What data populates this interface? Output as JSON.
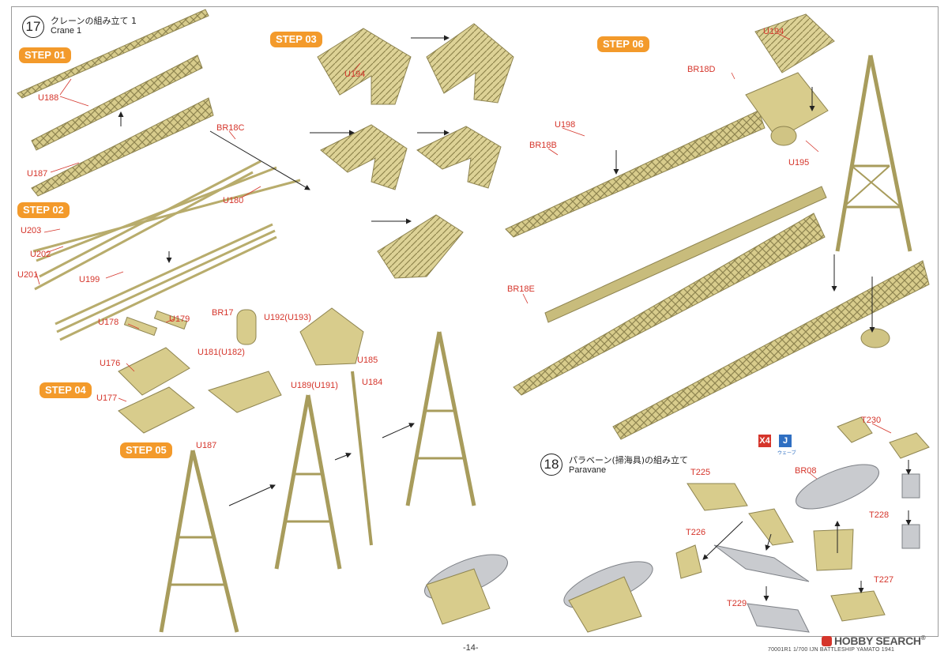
{
  "header": {
    "section17": {
      "number": "17",
      "title_jp": "クレーンの組み立て 1",
      "title_en": "Crane 1"
    },
    "section18": {
      "number": "18",
      "title_jp": "パラベーン(掃海具)の組み立て",
      "title_en": "Paravane"
    }
  },
  "steps": {
    "s01": "STEP 01",
    "s02": "STEP 02",
    "s03": "STEP 03",
    "s04": "STEP 04",
    "s05": "STEP 05",
    "s06": "STEP 06"
  },
  "badges": {
    "x4": "X4",
    "j": "J",
    "j_sub": "ウェーブ"
  },
  "parts": {
    "u188": "U188",
    "u187a": "U187",
    "br18c": "BR18C",
    "u180": "U180",
    "u203": "U203",
    "u202": "U202",
    "u201": "U201",
    "u199": "U199",
    "u194a": "U194",
    "u194b": "U194",
    "br18d": "BR18D",
    "u198": "U198",
    "br18b": "BR18B",
    "u195": "U195",
    "br18e": "BR18E",
    "u178": "U178",
    "u179": "U179",
    "u176": "U176",
    "u177": "U177",
    "br17": "BR17",
    "u192": "U192(U193)",
    "u181": "U181(U182)",
    "u185": "U185",
    "u189": "U189(U191)",
    "u184": "U184",
    "u187b": "U187",
    "t230": "T230",
    "t225": "T225",
    "br08": "BR08",
    "t228": "T228",
    "t226": "T226",
    "t227": "T227",
    "t229": "T229"
  },
  "footer": {
    "page_number": "-14-",
    "product_code": "70001R1   1/700 IJN BATTLESHIP YAMATO 1941",
    "logo_text": "HOBBY SEARCH"
  },
  "colors": {
    "part_fill": "#d8cc8c",
    "part_stroke": "#8e8450",
    "label_red": "#d5352b",
    "step_orange": "#f39a2b",
    "badge_red": "#d5352b",
    "badge_blue": "#2f6fc2",
    "grey_part": "#c9cbcf"
  }
}
